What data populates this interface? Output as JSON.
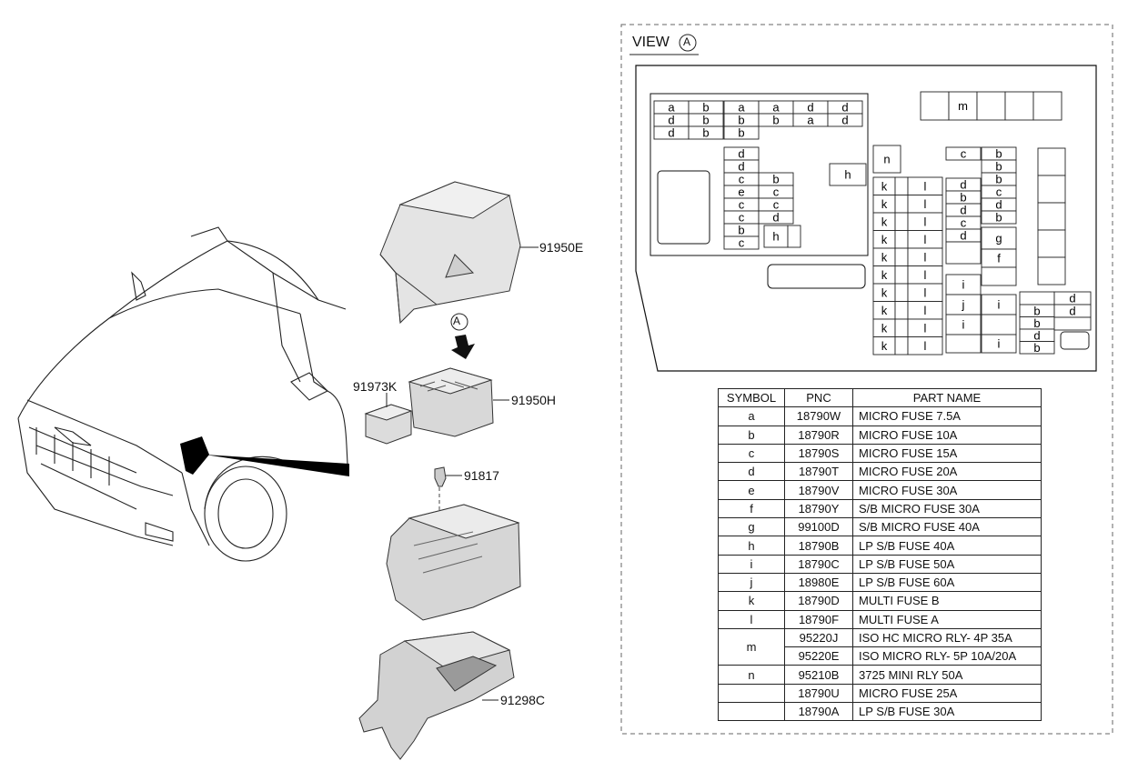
{
  "view": {
    "title": "VIEW",
    "marker": "A"
  },
  "callouts": {
    "cover": "91950E",
    "relay": "91973K",
    "junction_block": "91950H",
    "clip": "91817",
    "bracket": "91298C",
    "arrow_marker": "A"
  },
  "fuse_box": {
    "main_grid": [
      [
        "a",
        "b",
        "a",
        "a",
        "d",
        "d"
      ],
      [
        "d",
        "b",
        "b",
        "b",
        "a",
        "d"
      ],
      [
        "d",
        "b",
        "b"
      ]
    ],
    "col_left": [
      "d",
      "d",
      "c",
      "e",
      "c",
      "c",
      "b",
      "c"
    ],
    "col_right": [
      "b",
      "c",
      "c",
      "d"
    ],
    "h_labels": [
      "h",
      "h"
    ],
    "m_label": "m",
    "n_label": "n",
    "k_labels": [
      "k",
      "k",
      "k",
      "k",
      "k",
      "k",
      "k",
      "k",
      "k",
      "k"
    ],
    "l_labels": [
      "l",
      "l",
      "l",
      "l",
      "l",
      "l",
      "l",
      "l",
      "l",
      "l"
    ],
    "mid_col_a": [
      "c",
      "d",
      "b",
      "d",
      "c",
      "d"
    ],
    "mid_col_b": [
      "b",
      "b",
      "b",
      "c",
      "d",
      "b"
    ],
    "g_label": "g",
    "f_label": "f",
    "i_labels": [
      "i",
      "i",
      "i",
      "i"
    ],
    "j_label": "j",
    "br_col_a": [
      "b",
      "b",
      "d",
      "b"
    ],
    "br_col_b": [
      "d",
      "d"
    ]
  },
  "table": {
    "headers": [
      "SYMBOL",
      "PNC",
      "PART NAME"
    ],
    "rows": [
      {
        "symbol": "a",
        "pnc": "18790W",
        "name": "MICRO FUSE 7.5A"
      },
      {
        "symbol": "b",
        "pnc": "18790R",
        "name": "MICRO FUSE 10A"
      },
      {
        "symbol": "c",
        "pnc": "18790S",
        "name": "MICRO FUSE 15A"
      },
      {
        "symbol": "d",
        "pnc": "18790T",
        "name": "MICRO FUSE 20A"
      },
      {
        "symbol": "e",
        "pnc": "18790V",
        "name": "MICRO FUSE 30A"
      },
      {
        "symbol": "f",
        "pnc": "18790Y",
        "name": "S/B MICRO FUSE 30A"
      },
      {
        "symbol": "g",
        "pnc": "99100D",
        "name": "S/B MICRO FUSE 40A"
      },
      {
        "symbol": "h",
        "pnc": "18790B",
        "name": "LP S/B FUSE 40A"
      },
      {
        "symbol": "i",
        "pnc": "18790C",
        "name": "LP S/B FUSE 50A"
      },
      {
        "symbol": "j",
        "pnc": "18980E",
        "name": "LP S/B FUSE 60A"
      },
      {
        "symbol": "k",
        "pnc": "18790D",
        "name": "MULTI FUSE B"
      },
      {
        "symbol": "l",
        "pnc": "18790F",
        "name": "MULTI FUSE A"
      },
      {
        "symbol": "m",
        "pnc": "95220J",
        "name": "ISO HC MICRO RLY- 4P 35A"
      },
      {
        "symbol": "",
        "pnc": "95220E",
        "name": "ISO MICRO RLY- 5P 10A/20A"
      },
      {
        "symbol": "n",
        "pnc": "95210B",
        "name": "3725 MINI RLY 50A"
      },
      {
        "symbol": "",
        "pnc": "18790U",
        "name": "MICRO FUSE 25A"
      },
      {
        "symbol": "",
        "pnc": "18790A",
        "name": "LP S/B FUSE 30A"
      }
    ]
  }
}
